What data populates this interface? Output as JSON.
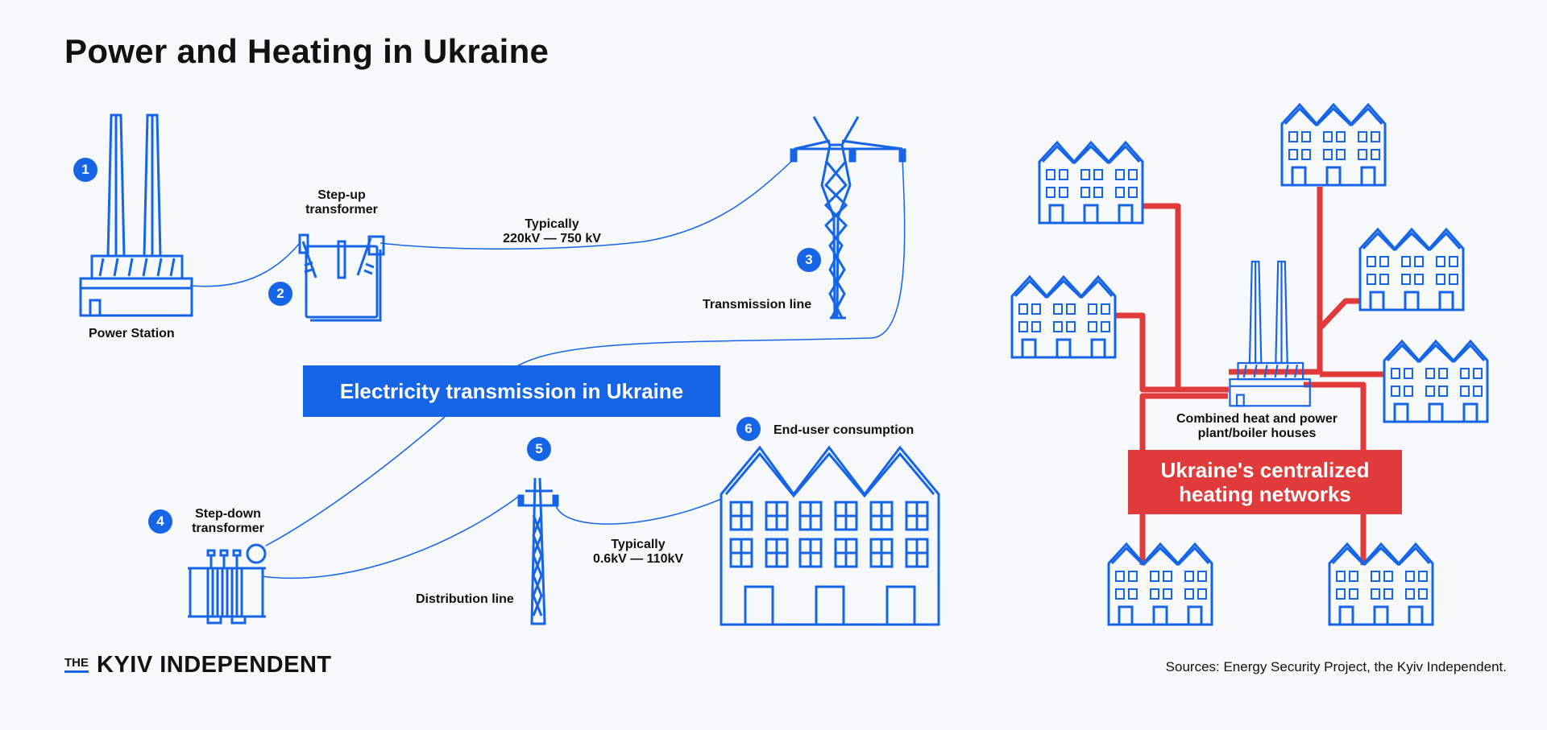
{
  "title": "Power and Heating in Ukraine",
  "steps": [
    {
      "number": "1",
      "label": "Power Station"
    },
    {
      "number": "2",
      "label": "Step-up transformer"
    },
    {
      "number": "3",
      "label": "Transmission line"
    },
    {
      "number": "4",
      "label": "Step-down transformer"
    },
    {
      "number": "5",
      "label": "Distribution line"
    },
    {
      "number": "6",
      "label": "End-user consumption"
    }
  ],
  "voltages": {
    "high": {
      "line1": "Typically",
      "line2": "220kV — 750 kV"
    },
    "low": {
      "line1": "Typically",
      "line2": "0.6kV — 110kV"
    }
  },
  "electricity_banner": "Electricity transmission in Ukraine",
  "heating": {
    "plant_label": "Combined heat and power plant/boiler houses",
    "banner": "Ukraine's centralized heating networks"
  },
  "brand": {
    "prefix": "THE",
    "name": "KYIV INDEPENDENT"
  },
  "sources": "Sources: Energy Security Project, the Kyiv Independent.",
  "colors": {
    "blue": "#1565e6",
    "red": "#e13a3a",
    "background": "#f6f8fa"
  }
}
